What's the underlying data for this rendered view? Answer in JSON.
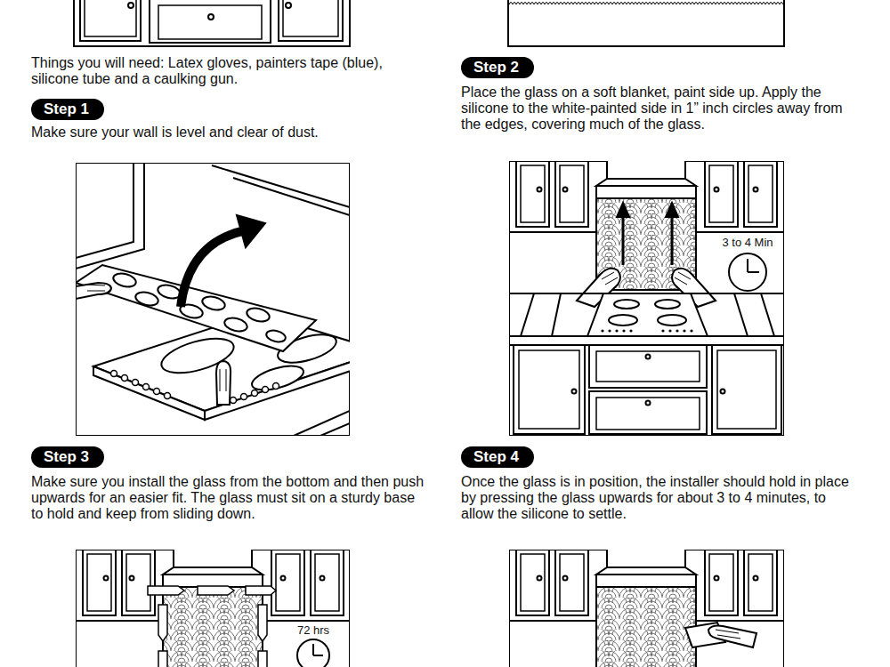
{
  "diagram": {
    "nodes": [
      {
        "text": [
          "Step 1"
        ]
      },
      {
        "text": [
          "Step 2"
        ]
      },
      {
        "text": [
          "Step 3"
        ]
      },
      {
        "text": [
          "Step 4"
        ]
      }
    ],
    "edges": [],
    "labels": [
      "Things you will need: Latex gloves, painters tape (blue), silicone tube and a caulking gun.",
      "Make sure your wall is level and clear of dust.",
      "Place the glass on a soft blanket, paint side up. Apply the silicone to the white-painted side in 1” inch circles away from the edges, covering much of the glass.",
      "Make sure you install the glass from the bottom and then push upwards for an easier fit. The glass must sit on a sturdy base to hold and keep from sliding down.",
      "Once the glass is in position, the installer should hold in place by pressing the glass upwards for about 3 to 4 minutes, to allow the silicone to settle.",
      "3 to 4 Min",
      "72 hrs"
    ]
  }
}
